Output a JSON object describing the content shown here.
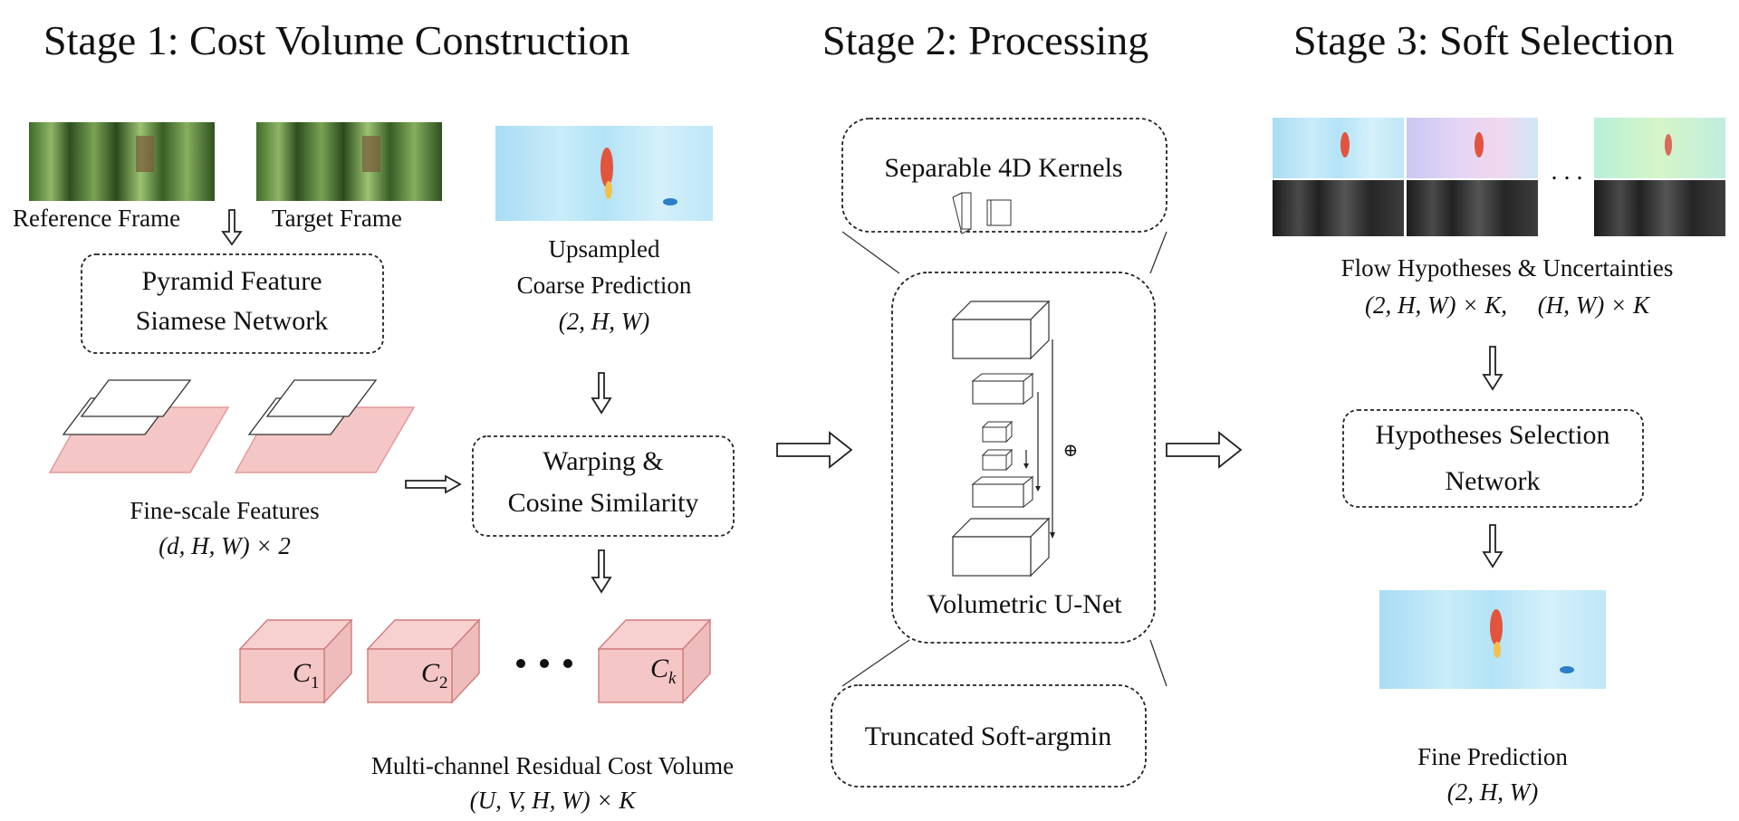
{
  "stages": {
    "s1": "Stage 1: Cost Volume Construction",
    "s2": "Stage 2: Processing",
    "s3": "Stage 3: Soft Selection"
  },
  "stage1": {
    "reference_frame": "Reference Frame",
    "target_frame": "Target Frame",
    "pyramid_line1": "Pyramid Feature",
    "pyramid_line2": "Siamese Network",
    "upsampled_line1": "Upsampled",
    "upsampled_line2": "Coarse Prediction",
    "upsampled_dims": "(2, H, W)",
    "fine_features": "Fine-scale Features",
    "fine_features_dims": "(d, H, W) × 2",
    "warping_line1": "Warping &",
    "warping_line2": "Cosine Similarity",
    "cost_c1": "C",
    "cost_c1_sub": "1",
    "cost_c2": "C",
    "cost_c2_sub": "2",
    "cost_ck": "C",
    "cost_ck_sub": "k",
    "cost_volume": "Multi-channel Residual Cost Volume",
    "cost_volume_dims": "(U, V, H, W) × K"
  },
  "stage2": {
    "separable": "Separable 4D Kernels",
    "unet": "Volumetric U-Net",
    "oplus": "⊕",
    "truncated": "Truncated Soft-argmin"
  },
  "stage3": {
    "hypotheses": "Flow Hypotheses & Uncertainties",
    "hypotheses_dims": "(2, H, W) × K,     (H, W) × K",
    "ellipsis": ". . .",
    "selection_line1": "Hypotheses Selection",
    "selection_line2": "Network",
    "fine_prediction": "Fine Prediction",
    "fine_prediction_dims": "(2, H, W)"
  }
}
